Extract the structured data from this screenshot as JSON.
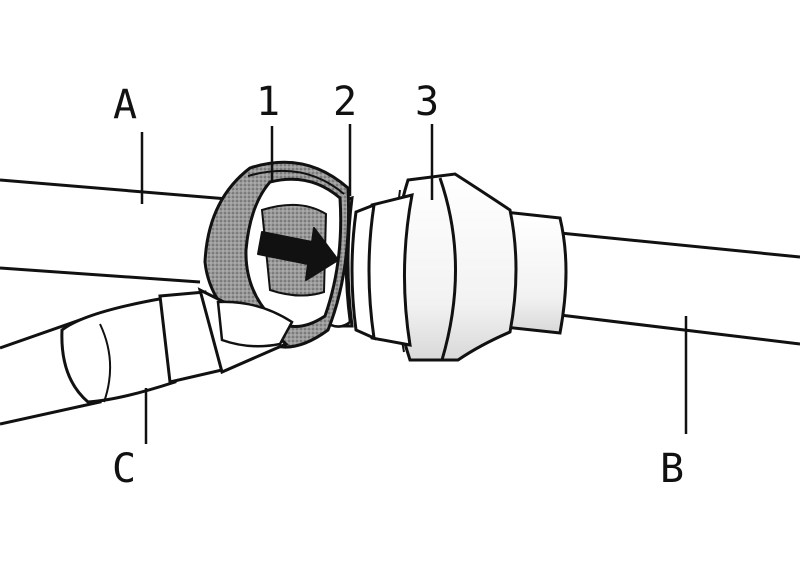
{
  "labels": {
    "a": "A",
    "b": "B",
    "c": "C",
    "n1": "1",
    "n2": "2",
    "n3": "3"
  },
  "colors": {
    "line": "#111111",
    "part_fill": "#ffffff",
    "sleeve_shade": "#8c8c8c",
    "arrow": "#111111"
  }
}
